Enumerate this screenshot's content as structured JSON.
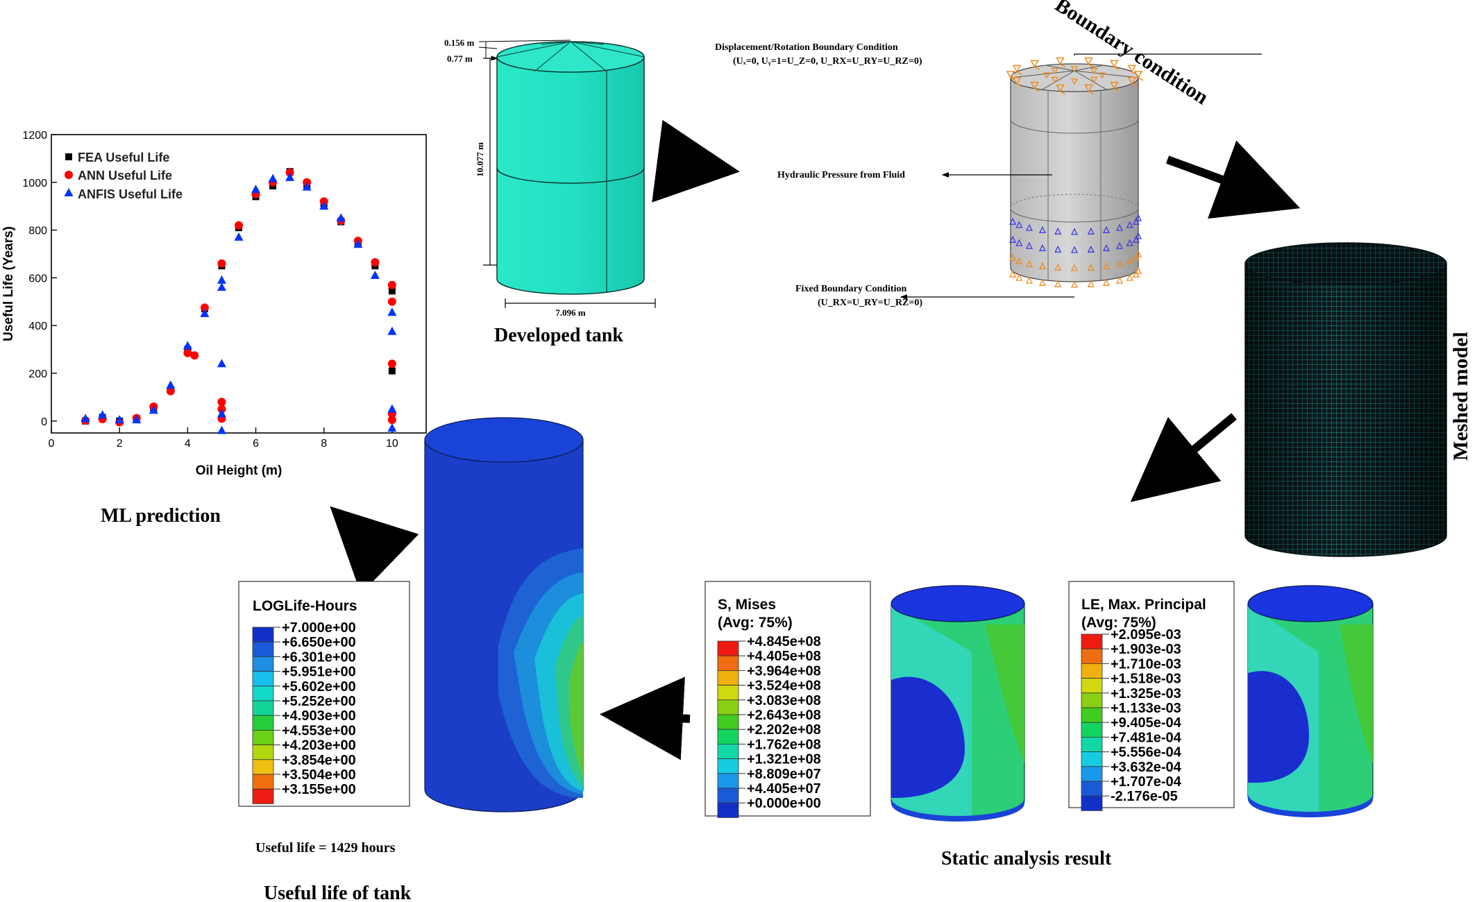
{
  "captions": {
    "ml_prediction": "ML prediction",
    "developed_tank": "Developed tank",
    "boundary_condition": "Boundary condition",
    "meshed_model": "Meshed model",
    "static_analysis": "Static analysis result",
    "useful_life_of_tank": "Useful life of tank",
    "useful_life_value": "Useful life = 1429 hours"
  },
  "tank_dims": {
    "roof_height": "0.156 m",
    "roof_offset": "0.77 m",
    "height": "10.077 m",
    "diameter": "7.096 m"
  },
  "boundary": {
    "displacement_title": "Displacement/Rotation Boundary Condition",
    "displacement_eq": "(Uₓ=0, Uᵧ=1=U_Z=0, U_RX=U_RY=U_RZ=0)",
    "hydraulic": "Hydraulic Pressure from Fluid",
    "fixed_title": "Fixed Boundary Condition",
    "fixed_eq": "(U_RX=U_RY=U_RZ=0)"
  },
  "legends": {
    "loglife": {
      "title": "LOGLife-Hours",
      "subtitle": "",
      "values": [
        "+7.000e+00",
        "+6.650e+00",
        "+6.301e+00",
        "+5.951e+00",
        "+5.602e+00",
        "+5.252e+00",
        "+4.903e+00",
        "+4.553e+00",
        "+4.203e+00",
        "+3.854e+00",
        "+3.504e+00",
        "+3.155e+00"
      ],
      "colors": [
        "#1230c8",
        "#1a5ad8",
        "#1e8ee6",
        "#19c0ee",
        "#12d8c8",
        "#14d49a",
        "#26cc3c",
        "#6ad018",
        "#b4d810",
        "#f0c010",
        "#f07010",
        "#ee1c10"
      ]
    },
    "mises": {
      "title": "S, Mises",
      "subtitle": "(Avg: 75%)",
      "values": [
        "+4.845e+08",
        "+4.405e+08",
        "+3.964e+08",
        "+3.524e+08",
        "+3.083e+08",
        "+2.643e+08",
        "+2.202e+08",
        "+1.762e+08",
        "+1.321e+08",
        "+8.809e+07",
        "+4.405e+07",
        "+0.000e+00"
      ],
      "colors": [
        "#ee1c10",
        "#f06c10",
        "#f0b010",
        "#d0d810",
        "#8ad014",
        "#40cc20",
        "#14d460",
        "#12d8a8",
        "#16cce0",
        "#1a98ec",
        "#1a5ad8",
        "#1230c8"
      ]
    },
    "le": {
      "title": "LE, Max. Principal",
      "subtitle": "(Avg: 75%)",
      "values": [
        "+2.095e-03",
        "+1.903e-03",
        "+1.710e-03",
        "+1.518e-03",
        "+1.325e-03",
        "+1.133e-03",
        "+9.405e-04",
        "+7.481e-04",
        "+5.556e-04",
        "+3.632e-04",
        "+1.707e-04",
        "-2.176e-05"
      ],
      "colors": [
        "#ee1c10",
        "#f06c10",
        "#f0b010",
        "#d0d810",
        "#8ad014",
        "#40cc20",
        "#14d460",
        "#12d8a8",
        "#16cce0",
        "#1a98ec",
        "#1a5ad8",
        "#1230c8"
      ]
    }
  },
  "chart_data": {
    "type": "scatter",
    "xlabel": "Oil Height (m)",
    "ylabel": "Useful Life (Years)",
    "xlim": [
      0,
      11
    ],
    "ylim": [
      -50,
      1200
    ],
    "xticks": [
      "0",
      "2",
      "4",
      "6",
      "8",
      "10"
    ],
    "yticks": [
      "0",
      "200",
      "400",
      "600",
      "800",
      "1000",
      "1200"
    ],
    "legend_position": "top-left",
    "series": [
      {
        "name": "FEA Useful Life",
        "marker": "square",
        "color": "#000000",
        "points": [
          [
            1,
            0
          ],
          [
            1.5,
            15
          ],
          [
            2,
            0
          ],
          [
            2.5,
            10
          ],
          [
            3,
            55
          ],
          [
            3.5,
            130
          ],
          [
            4,
            300
          ],
          [
            4.5,
            470
          ],
          [
            5,
            650
          ],
          [
            5.5,
            810
          ],
          [
            6,
            940
          ],
          [
            6.5,
            985
          ],
          [
            7,
            1045
          ],
          [
            7.5,
            990
          ],
          [
            8,
            910
          ],
          [
            8.5,
            835
          ],
          [
            9,
            750
          ],
          [
            9.5,
            650
          ],
          [
            10,
            545
          ],
          [
            10,
            210
          ]
        ]
      },
      {
        "name": "ANN Useful Life",
        "marker": "circle",
        "color": "#ff0000",
        "points": [
          [
            1,
            2
          ],
          [
            1.5,
            8
          ],
          [
            2,
            -5
          ],
          [
            2.5,
            12
          ],
          [
            3,
            60
          ],
          [
            3.5,
            125
          ],
          [
            4,
            285
          ],
          [
            4.2,
            275
          ],
          [
            4.5,
            475
          ],
          [
            5,
            660
          ],
          [
            5,
            80
          ],
          [
            5,
            50
          ],
          [
            5,
            10
          ],
          [
            5.5,
            820
          ],
          [
            6,
            950
          ],
          [
            6.5,
            1000
          ],
          [
            7,
            1040
          ],
          [
            7.5,
            1000
          ],
          [
            8,
            920
          ],
          [
            8.5,
            840
          ],
          [
            9,
            755
          ],
          [
            9.5,
            665
          ],
          [
            10,
            570
          ],
          [
            10,
            500
          ],
          [
            10,
            240
          ],
          [
            10,
            30
          ],
          [
            10,
            5
          ]
        ]
      },
      {
        "name": "ANFIS Useful Life",
        "marker": "triangle",
        "color": "#0033ff",
        "points": [
          [
            1,
            10
          ],
          [
            1.5,
            25
          ],
          [
            2,
            5
          ],
          [
            2.5,
            5
          ],
          [
            3,
            45
          ],
          [
            3.5,
            150
          ],
          [
            4,
            315
          ],
          [
            4.5,
            450
          ],
          [
            5,
            590
          ],
          [
            5,
            560
          ],
          [
            5,
            240
          ],
          [
            5,
            30
          ],
          [
            5,
            -40
          ],
          [
            5.5,
            770
          ],
          [
            6,
            970
          ],
          [
            6.5,
            1015
          ],
          [
            7,
            1020
          ],
          [
            7.5,
            980
          ],
          [
            8,
            900
          ],
          [
            8.5,
            850
          ],
          [
            9,
            740
          ],
          [
            9.5,
            610
          ],
          [
            10,
            455
          ],
          [
            10,
            375
          ],
          [
            10,
            50
          ],
          [
            10,
            -30
          ]
        ]
      }
    ]
  }
}
